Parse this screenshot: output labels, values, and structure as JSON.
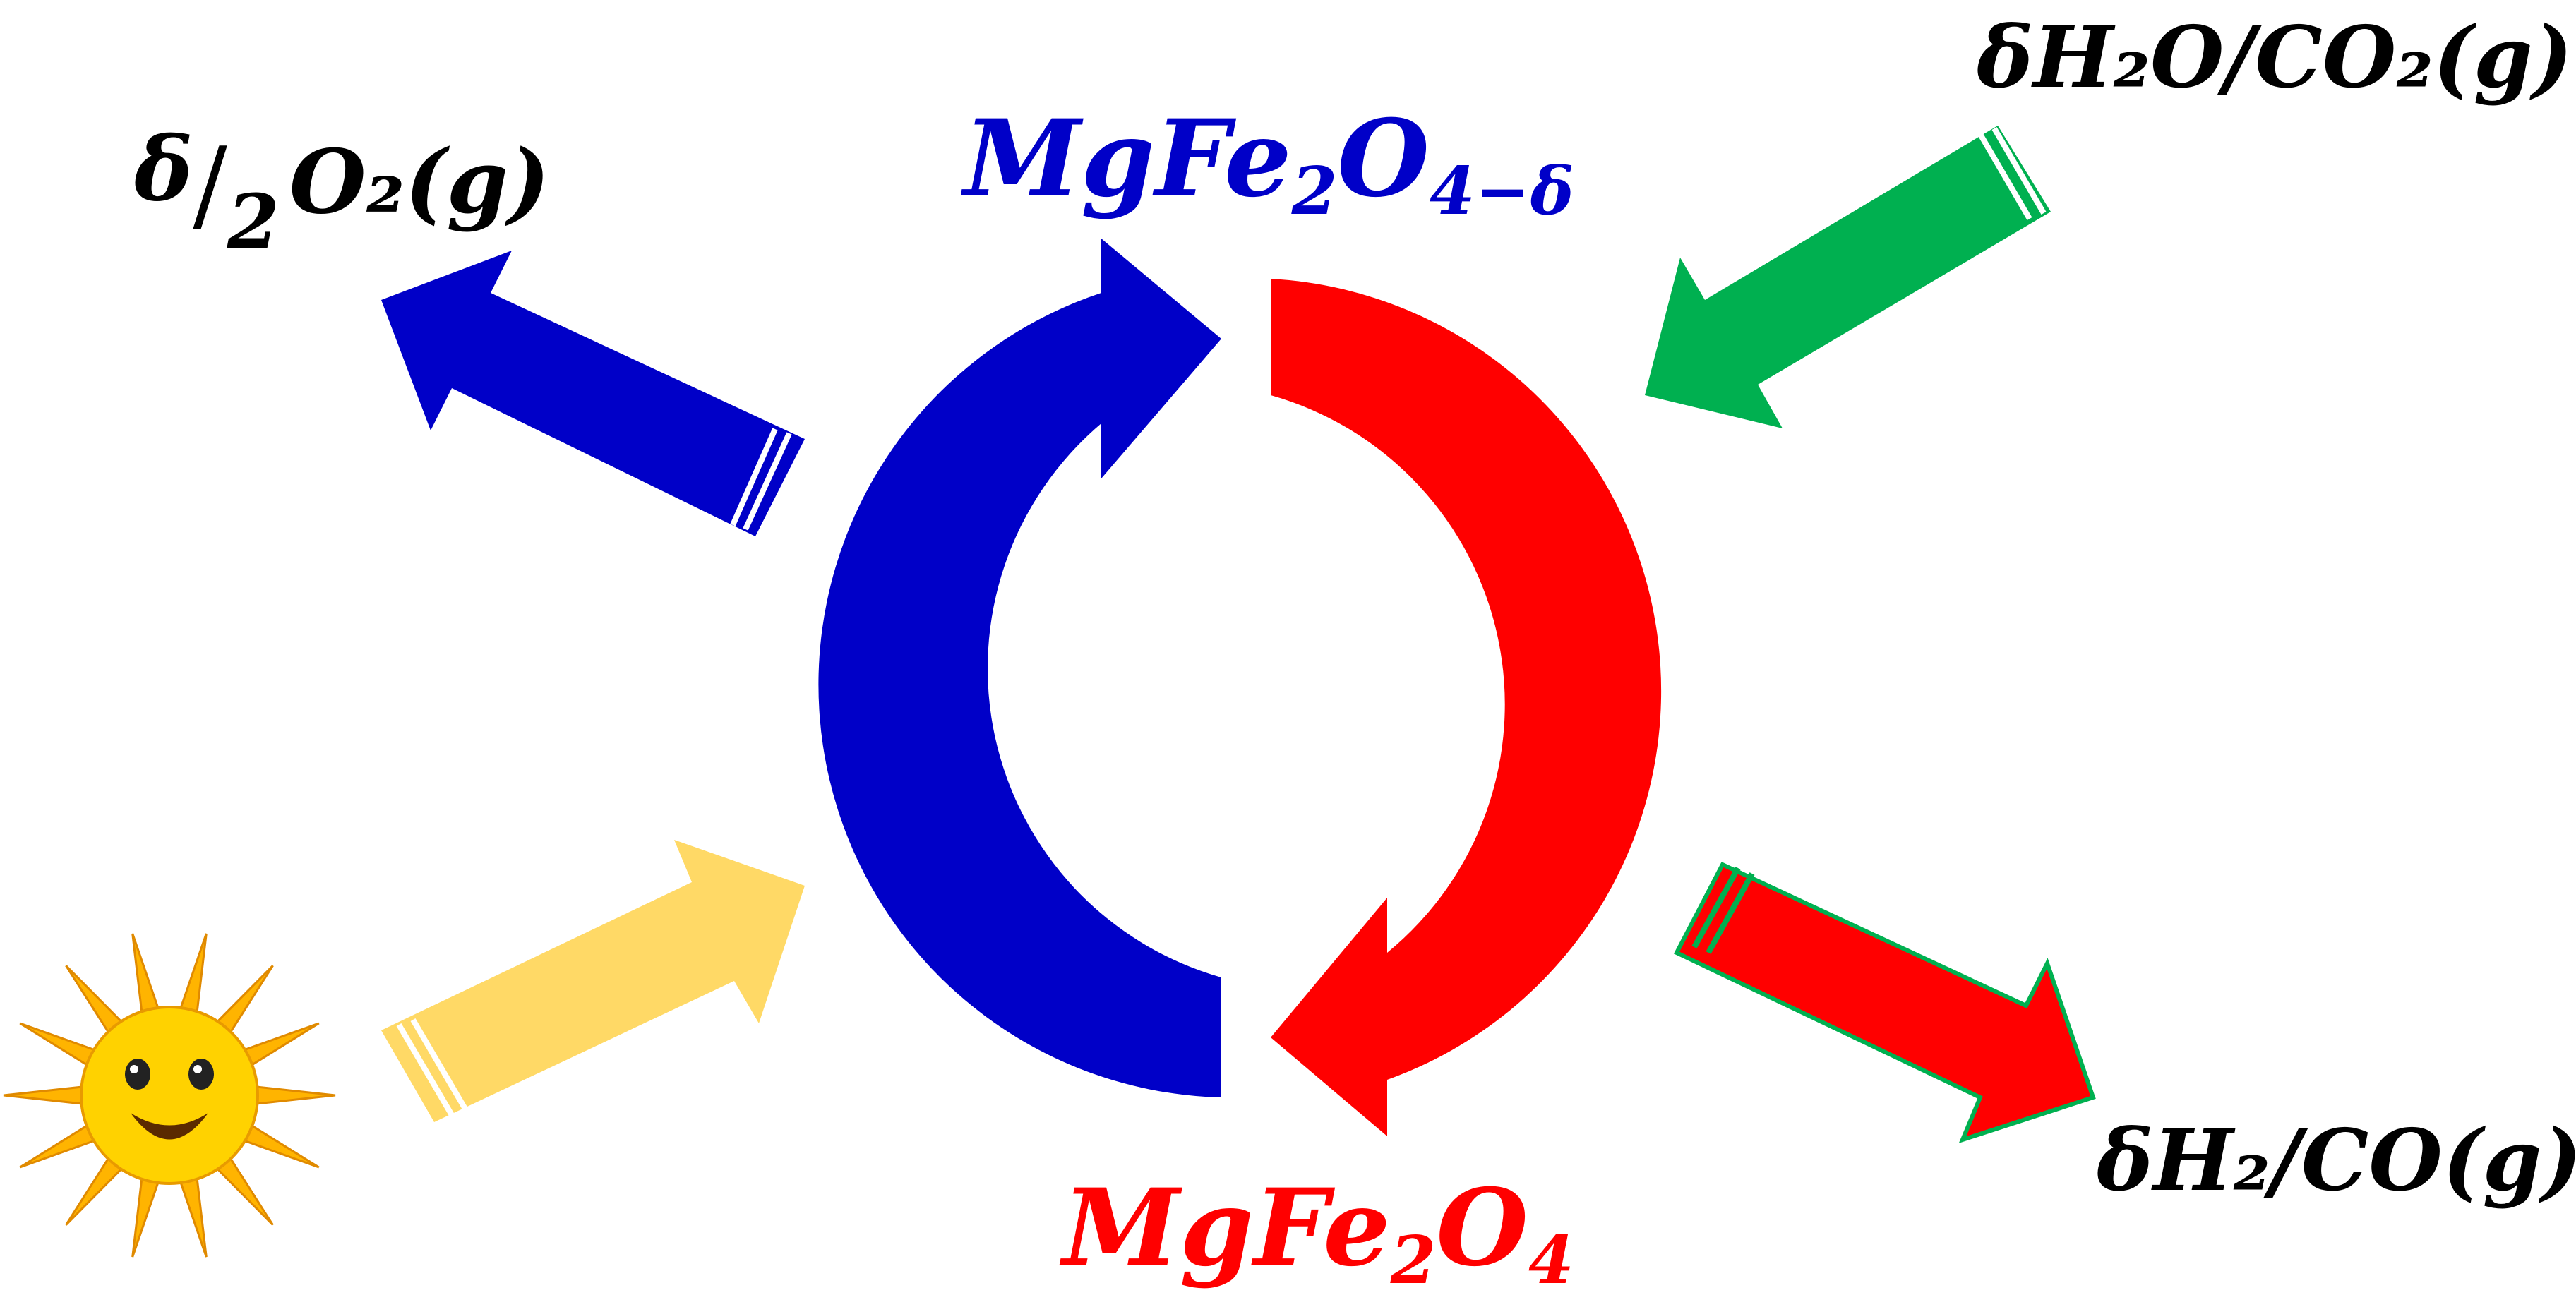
{
  "diagram": {
    "top_label": {
      "base": "MgFe",
      "sub1": "2",
      "mid": "O",
      "sub2": "4−δ"
    },
    "bottom_label": {
      "base": "MgFe",
      "sub1": "2",
      "mid": "O",
      "sub2": "4"
    },
    "oxygen_label": {
      "num": "δ",
      "slash": "/",
      "den": "2",
      "species": "O₂(g)"
    },
    "reactant_label": "δH₂O/CO₂(g)",
    "product_label": "δH₂/CO(g)",
    "colors": {
      "reduced": "#0000c8",
      "oxidized": "#ff0000",
      "reactant": "#00b050",
      "sunlight": "#ffd966",
      "sun_core": "#ffd200",
      "sun_rays": "#ffb400"
    },
    "icons": {
      "sun": "smiling-sun-icon"
    }
  }
}
